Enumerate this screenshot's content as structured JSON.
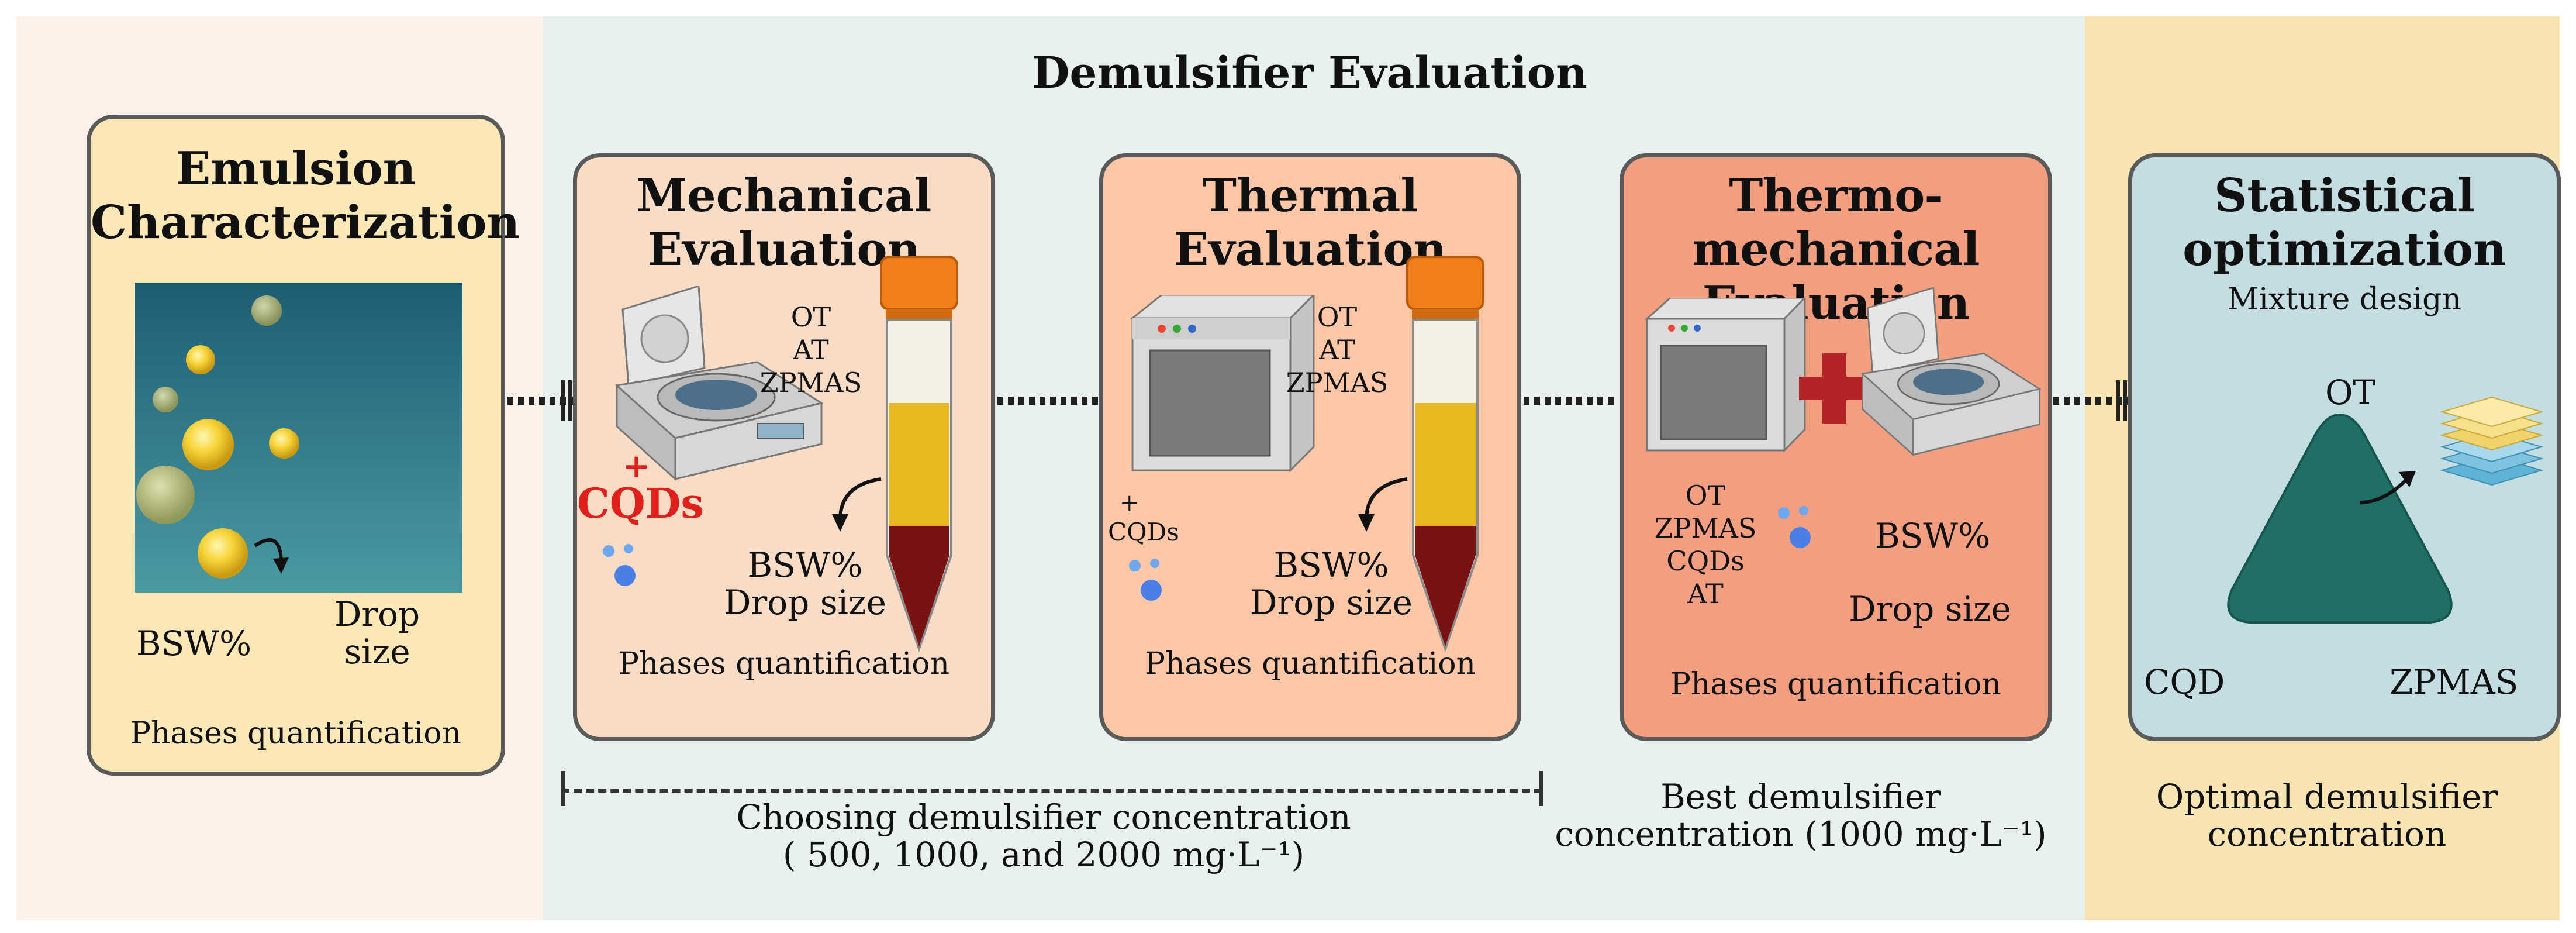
{
  "header": {
    "title": "Demulsifier Evaluation"
  },
  "emulsion": {
    "title_line1": "Emulsion",
    "title_line2": "Characterization",
    "bsw": "BSW%",
    "drop_size_line1": "Drop",
    "drop_size_line2": "size",
    "phases": "Phases quantification"
  },
  "mechanical": {
    "title_line1": "Mechanical",
    "title_line2": "Evaluation",
    "agents": [
      "OT",
      "AT",
      "ZPMAS"
    ],
    "plus": "+",
    "cqds": "CQDs",
    "bsw": "BSW%",
    "drop_size": "Drop size",
    "phases": "Phases quantification"
  },
  "thermal": {
    "title_line1": "Thermal",
    "title_line2": "Evaluation",
    "agents": [
      "OT",
      "AT",
      "ZPMAS"
    ],
    "plus": "+",
    "cqds": "CQDs",
    "bsw": "BSW%",
    "drop_size": "Drop size",
    "phases": "Phases quantification"
  },
  "thermo_mechanical": {
    "title_line1": "Thermo-mechanical",
    "title_line2": "Evaluation",
    "agents": [
      "OT",
      "ZPMAS",
      "CQDs",
      "AT"
    ],
    "bsw": "BSW%",
    "drop_size": "Drop size",
    "phases": "Phases quantification"
  },
  "statistical": {
    "title_line1": "Statistical",
    "title_line2": "optimization",
    "subtitle": "Mixture design",
    "vertex_top": "OT",
    "vertex_left": "CQD",
    "vertex_right": "ZPMAS"
  },
  "captions": {
    "choosing_line1": "Choosing demulsifier concentration",
    "choosing_line2": "( 500, 1000, and 2000 mg·L⁻¹)",
    "best_line1": "Best demulsifier",
    "best_line2": "concentration (1000 mg·L⁻¹)",
    "optimal_line1": "Optimal demulsifier",
    "optimal_line2": "concentration"
  },
  "colors": {
    "left_band": "#fcf1e8",
    "middle_band": "#e8f1ee",
    "right_band": "#f8e3b3",
    "emulsion_card": "#fbe8b6",
    "mechanical_card": "#f8dcc6",
    "thermal_card": "#fbc7a6",
    "thermo_mechanical_card": "#f29e80",
    "statistical_card": "#c3dde3",
    "cqds_red": "#e0201b",
    "triangle_teal": "#1f6f66"
  }
}
